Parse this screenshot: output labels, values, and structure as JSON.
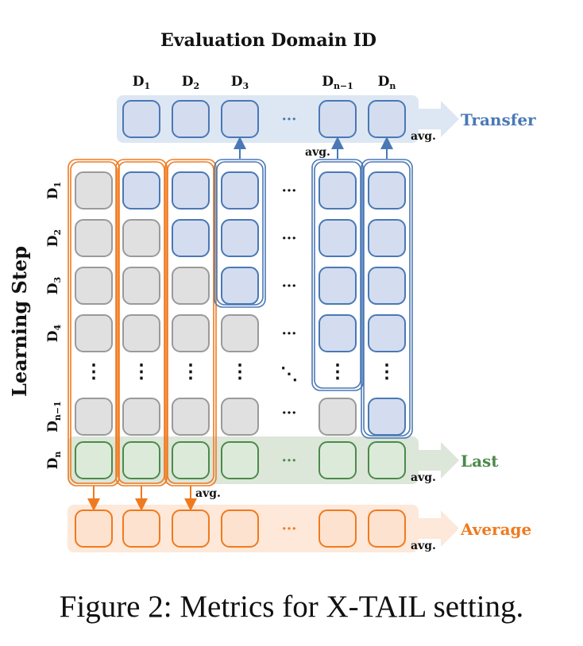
{
  "title": "Evaluation Domain ID",
  "y_axis_title": "Learning Step",
  "column_headers": [
    {
      "base": "D",
      "sub": "1"
    },
    {
      "base": "D",
      "sub": "2"
    },
    {
      "base": "D",
      "sub": "3"
    },
    {
      "base": "",
      "sub": ""
    },
    {
      "base": "D",
      "sub": "n−1"
    },
    {
      "base": "D",
      "sub": "n"
    }
  ],
  "row_labels": [
    {
      "base": "D",
      "sub": "1"
    },
    {
      "base": "D",
      "sub": "2"
    },
    {
      "base": "D",
      "sub": "3"
    },
    {
      "base": "D",
      "sub": "4"
    },
    {
      "base": "",
      "sub": ""
    },
    {
      "base": "D",
      "sub": "n−1"
    },
    {
      "base": "D",
      "sub": "n"
    }
  ],
  "ellipsis_h": "···",
  "ellipsis_v": "⋮",
  "ellipsis_diag": "⋱",
  "metrics": {
    "transfer": {
      "label": "Transfer",
      "avg": "avg.",
      "color": "#4a78b5"
    },
    "last": {
      "label": "Last",
      "avg": "avg.",
      "color": "#4b8a4b"
    },
    "average": {
      "label": "Average",
      "avg": "avg.",
      "color": "#f07a1f"
    }
  },
  "colors": {
    "gray_fill": "#e0e0e0",
    "gray_stroke": "#9a9a9a",
    "blue_fill": "#d3ddef",
    "blue_stroke": "#4a78b5",
    "green_fill": "#dcebd9",
    "green_stroke": "#4b8a4b",
    "orange_fill": "#fde3cf",
    "orange_stroke": "#f07a1f",
    "band_blue": "#dde7f3",
    "band_green": "#dce6d9",
    "band_orange": "#fde8d9"
  },
  "caption": "Figure 2: Metrics for X-TAIL setting."
}
